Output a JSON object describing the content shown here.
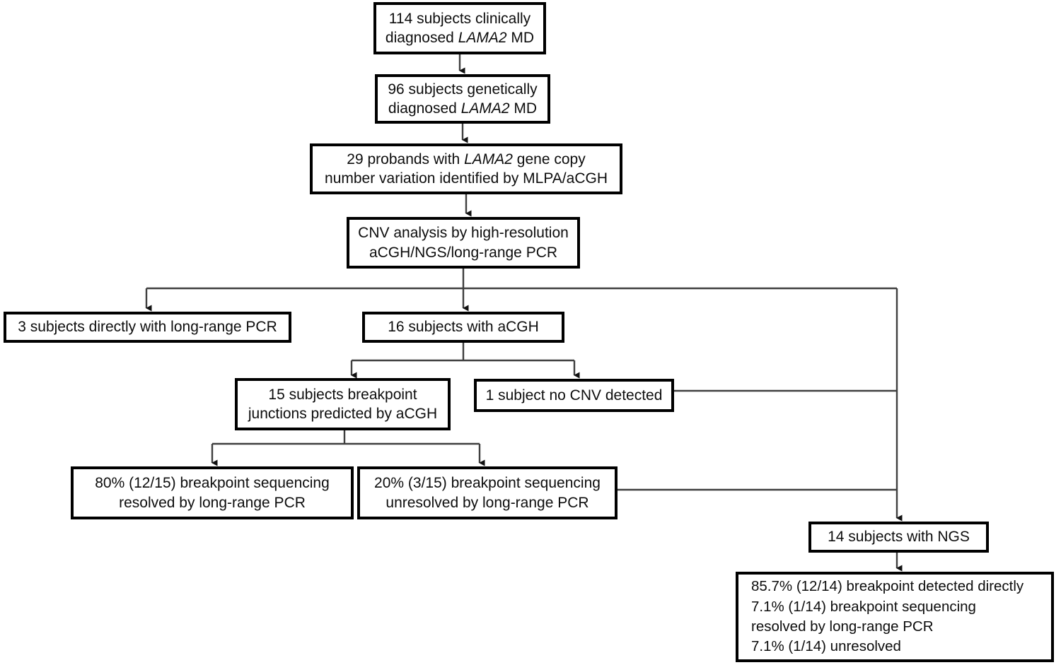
{
  "diagram": {
    "title": "LAMA2 MD CNV breakpoint analysis flowchart",
    "type": "flowchart",
    "orientation": "top-down",
    "colors": {
      "box_border": "#000000",
      "box_fill": "#ffffff",
      "connector": "#404040",
      "text": "#0d0d0d",
      "background": "#ffffff"
    },
    "nodes": [
      {
        "id": "n1",
        "name": "clinically-diagnosed-box",
        "lines": [
          "114 subjects clinically",
          "diagnosed LAMA2 MD"
        ],
        "text": "114 subjects clinically\ndiagnosed LAMA2 MD",
        "italic_terms": [
          "LAMA2"
        ],
        "count": 114
      },
      {
        "id": "n2",
        "name": "genetically-diagnosed-box",
        "lines": [
          "96 subjects genetically",
          "diagnosed LAMA2 MD"
        ],
        "text": "96 subjects genetically\ndiagnosed LAMA2 MD",
        "italic_terms": [
          "LAMA2"
        ],
        "count": 96
      },
      {
        "id": "n3",
        "name": "probands-cnv-identified-box",
        "lines": [
          "29 probands with LAMA2 gene copy",
          "number variation identified by MLPA/aCGH"
        ],
        "text": "29 probands with LAMA2 gene copy\nnumber variation identified by MLPA/aCGH",
        "italic_terms": [
          "LAMA2"
        ],
        "count": 29
      },
      {
        "id": "n4",
        "name": "cnv-analysis-box",
        "lines": [
          "CNV analysis by high-resolution",
          "aCGH/NGS/long-range PCR"
        ],
        "text": "CNV analysis by high-resolution\naCGH/NGS/long-range PCR",
        "italic_terms": [],
        "count": null
      },
      {
        "id": "n5",
        "name": "long-range-pcr-direct-box",
        "lines": [
          "3 subjects directly with long-range PCR"
        ],
        "text": "3 subjects directly with long-range PCR",
        "italic_terms": [],
        "count": 3
      },
      {
        "id": "n6",
        "name": "subjects-with-acgh-box",
        "lines": [
          "16 subjects with aCGH"
        ],
        "text": "16 subjects with aCGH",
        "italic_terms": [],
        "count": 16
      },
      {
        "id": "n7",
        "name": "breakpoint-junctions-predicted-box",
        "lines": [
          "15 subjects breakpoint",
          "junctions predicted by aCGH"
        ],
        "text": "15 subjects breakpoint\njunctions predicted by aCGH",
        "italic_terms": [],
        "count": 15
      },
      {
        "id": "n8",
        "name": "no-cnv-detected-box",
        "lines": [
          "1 subject no CNV detected"
        ],
        "text": "1 subject no CNV detected",
        "italic_terms": [],
        "count": 1
      },
      {
        "id": "n9",
        "name": "breakpoint-resolved-box",
        "lines": [
          "80% (12/15) breakpoint sequencing",
          "resolved by long-range PCR"
        ],
        "text": "80% (12/15) breakpoint sequencing\nresolved by long-range PCR",
        "italic_terms": [],
        "percent": "80%",
        "fraction": "12/15"
      },
      {
        "id": "n10",
        "name": "breakpoint-unresolved-box",
        "lines": [
          "20% (3/15) breakpoint sequencing",
          "unresolved by long-range PCR"
        ],
        "text": "20% (3/15) breakpoint sequencing\nunresolved by long-range PCR",
        "italic_terms": [],
        "percent": "20%",
        "fraction": "3/15"
      },
      {
        "id": "n11",
        "name": "subjects-with-ngs-box",
        "lines": [
          "14 subjects with NGS"
        ],
        "text": "14 subjects with NGS",
        "italic_terms": [],
        "count": 14
      },
      {
        "id": "n12",
        "name": "ngs-outcomes-box",
        "lines": [
          "85.7% (12/14) breakpoint detected directly",
          "7.1% (1/14) breakpoint sequencing",
          "resolved by long-range PCR",
          "7.1% (1/14) unresolved"
        ],
        "text": "85.7% (12/14) breakpoint detected directly\n7.1% (1/14) breakpoint sequencing\nresolved by long-range PCR\n7.1% (1/14) unresolved",
        "italic_terms": [],
        "outcomes": [
          {
            "percent": "85.7%",
            "fraction": "12/14",
            "label": "breakpoint detected directly"
          },
          {
            "percent": "7.1%",
            "fraction": "1/14",
            "label": "breakpoint sequencing resolved by long-range PCR"
          },
          {
            "percent": "7.1%",
            "fraction": "1/14",
            "label": "unresolved"
          }
        ]
      }
    ],
    "edges": [
      {
        "from": "n1",
        "to": "n2",
        "kind": "arrow"
      },
      {
        "from": "n2",
        "to": "n3",
        "kind": "arrow"
      },
      {
        "from": "n3",
        "to": "n4",
        "kind": "arrow"
      },
      {
        "from": "n4",
        "to": "n5",
        "kind": "arrow-elbow"
      },
      {
        "from": "n4",
        "to": "n6",
        "kind": "arrow"
      },
      {
        "from": "n4",
        "to": "n11",
        "kind": "arrow-elbow-right"
      },
      {
        "from": "n6",
        "to": "n7",
        "kind": "arrow-elbow"
      },
      {
        "from": "n6",
        "to": "n8",
        "kind": "arrow-elbow"
      },
      {
        "from": "n7",
        "to": "n9",
        "kind": "arrow-elbow"
      },
      {
        "from": "n7",
        "to": "n10",
        "kind": "arrow-elbow"
      },
      {
        "from": "n8",
        "to": "n11",
        "kind": "line-join-right"
      },
      {
        "from": "n10",
        "to": "n11",
        "kind": "line-join-right"
      },
      {
        "from": "n11",
        "to": "n12",
        "kind": "arrow"
      }
    ]
  }
}
